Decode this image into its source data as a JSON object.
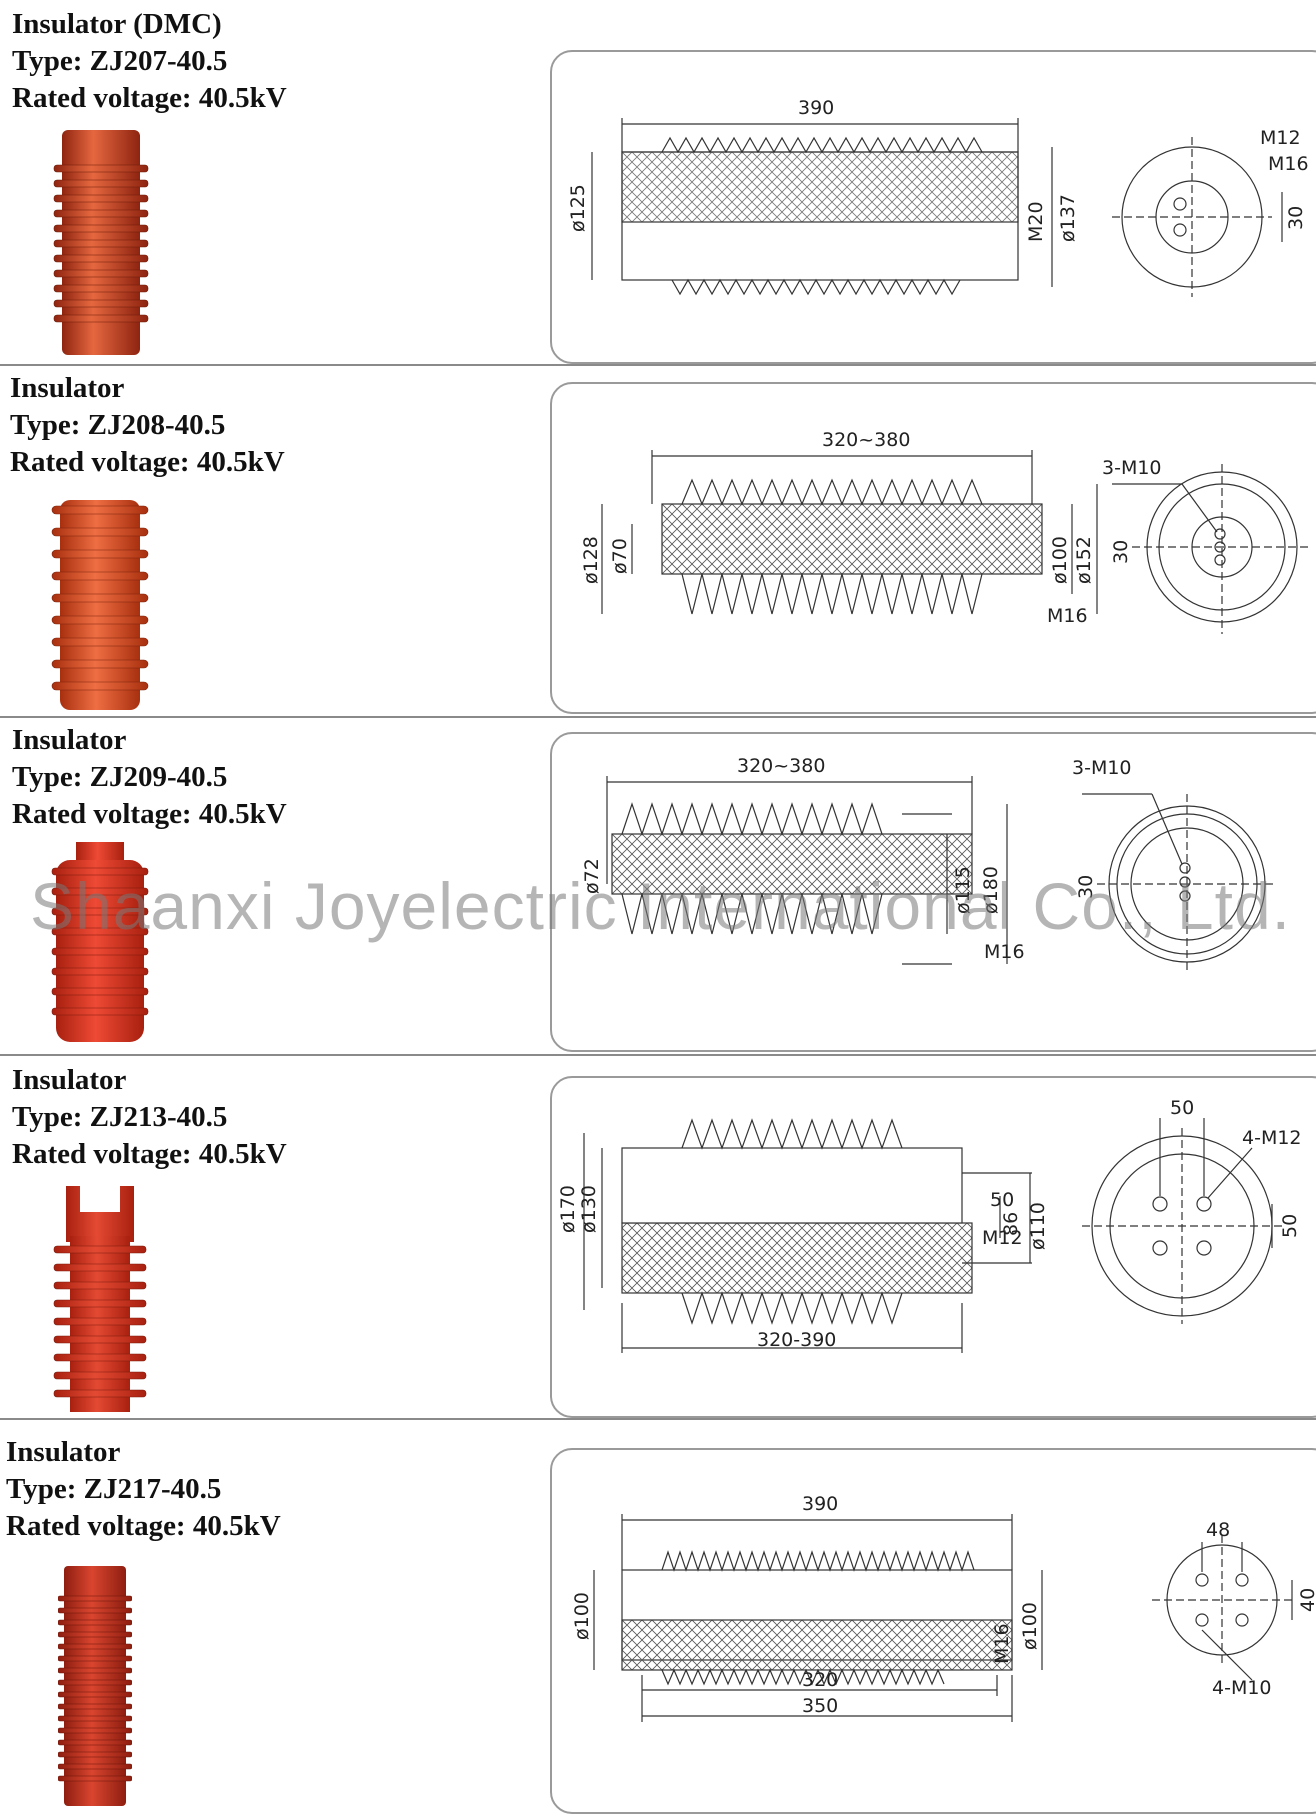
{
  "products": [
    {
      "name": "Insulator (DMC)",
      "type": "Type: ZJ207-40.5",
      "voltage": "Rated voltage: 40.5kV",
      "dims": {
        "length": "390",
        "d1": "ø125",
        "d2": "ø137",
        "t1": "M20",
        "h1": "M12",
        "h2": "M16",
        "pitch": "30"
      }
    },
    {
      "name": "Insulator",
      "type": "Type: ZJ208-40.5",
      "voltage": "Rated voltage: 40.5kV",
      "dims": {
        "length": "320~380",
        "d1": "ø128",
        "d2": "ø70",
        "d3": "ø100",
        "d4": "ø152",
        "t1": "M16",
        "holes": "3-M10",
        "pitch": "30"
      }
    },
    {
      "name": "Insulator",
      "type": "Type: ZJ209-40.5",
      "voltage": "Rated voltage: 40.5kV",
      "dims": {
        "length": "320~380",
        "d1": "ø72",
        "d2": "ø115",
        "d3": "ø180",
        "t1": "M16",
        "holes": "3-M10",
        "pitch": "30"
      }
    },
    {
      "name": "Insulator",
      "type": "Type: ZJ213-40.5",
      "voltage": "Rated voltage: 40.5kV",
      "dims": {
        "length": "320-390",
        "d1": "ø170",
        "d2": "ø130",
        "d3": "ø110",
        "h": "86",
        "w": "50",
        "t1": "M12",
        "holes": "4-M12",
        "top": "50",
        "side": "50"
      }
    },
    {
      "name": "Insulator",
      "type": "Type: ZJ217-40.5",
      "voltage": "Rated voltage: 40.5kV",
      "dims": {
        "length": "390",
        "l2": "320",
        "l3": "350",
        "d1": "ø100",
        "d2": "ø100",
        "t1": "M16",
        "holes": "4-M10",
        "top": "48",
        "side": "40"
      }
    }
  ],
  "watermark": "Shaanxi Joyelectric International Co., Ltd.",
  "colors": {
    "insulator": "#c8401f",
    "insulator_dark": "#8e2410",
    "insulator_light": "#e5673f",
    "line": "#333333",
    "panel_border": "#9a9a9a"
  }
}
